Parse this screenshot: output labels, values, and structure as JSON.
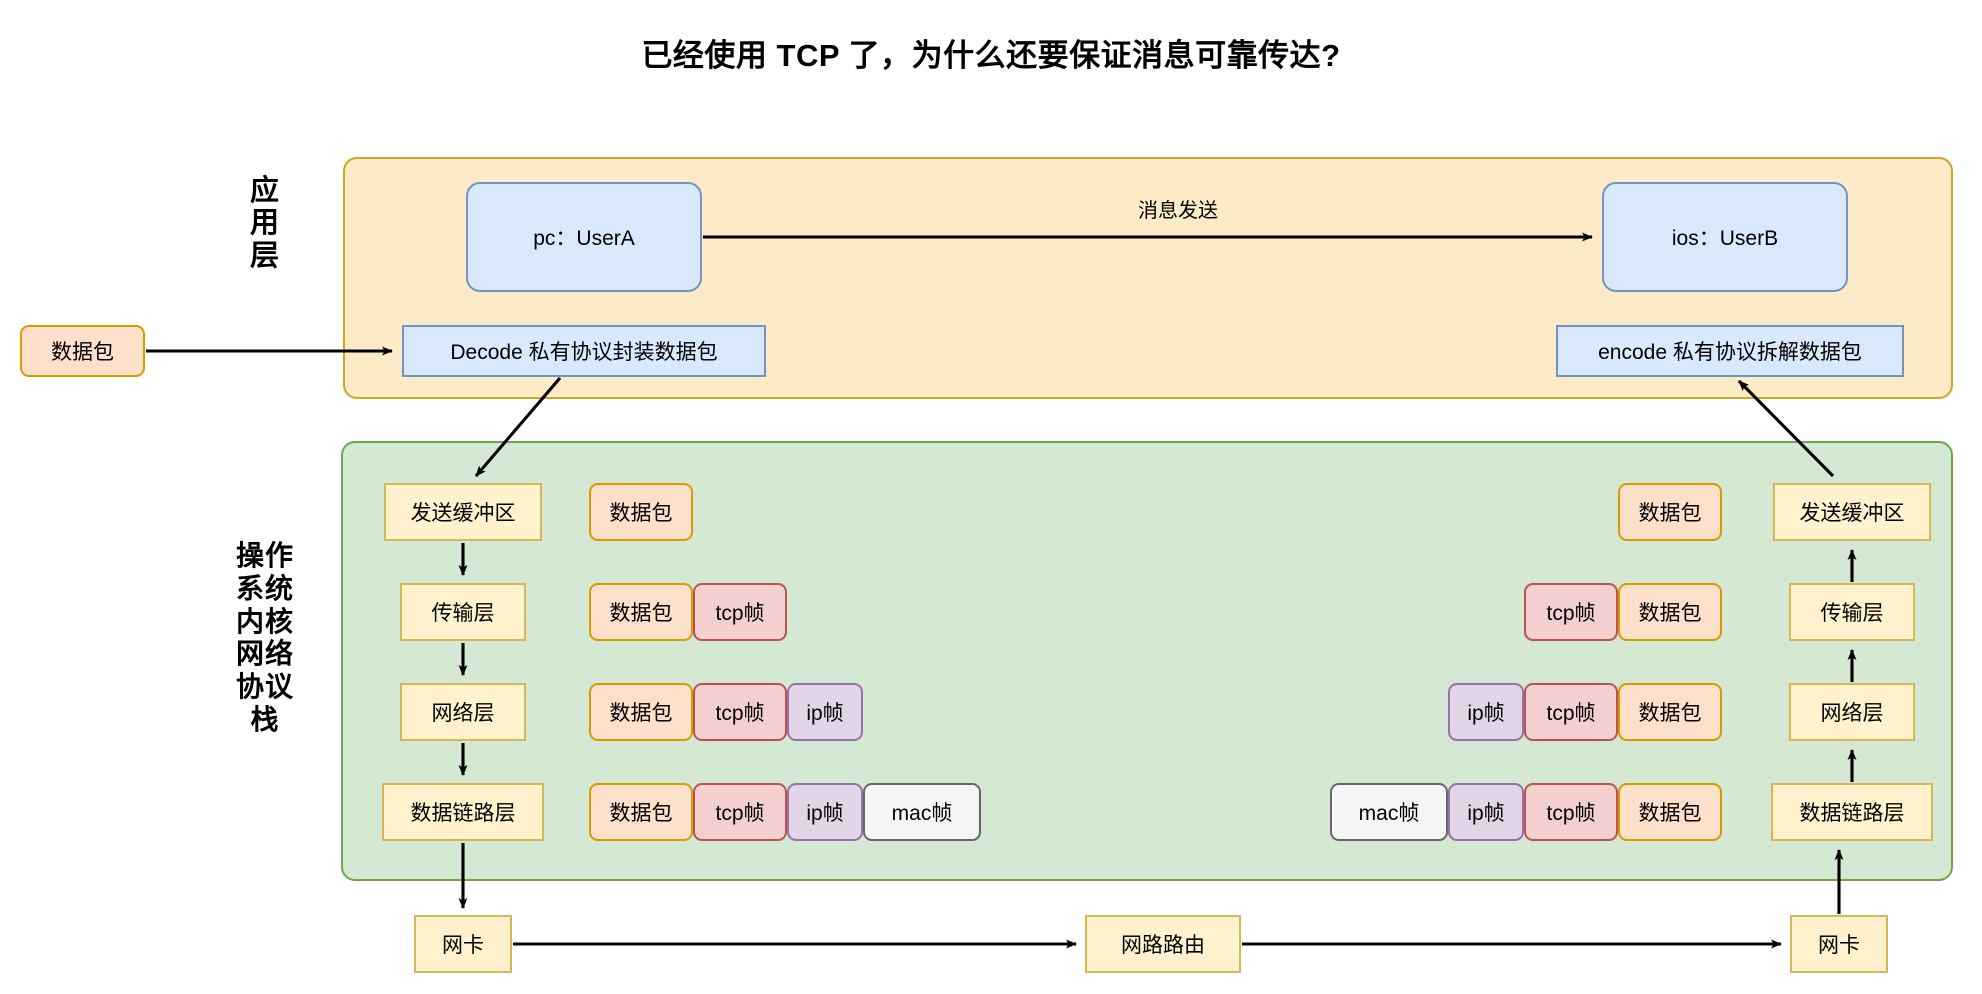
{
  "title": "已经使用 TCP 了，为什么还要保证消息可靠传达?",
  "side_labels": {
    "application": [
      "应",
      "用",
      "层"
    ],
    "os_stack": [
      "操作",
      "系统",
      "内核",
      "网络",
      "协议",
      "栈"
    ]
  },
  "application_layer": {
    "sender_host": "pc：UserA",
    "receiver_host": "ios：UserB",
    "message_arrow_label": "消息发送",
    "sender_codec": "Decode 私有协议封装数据包",
    "receiver_codec": "encode 私有协议拆解数据包",
    "external_packet": "数据包"
  },
  "os_layer": {
    "sender_stack": [
      "发送缓冲区",
      "传输层",
      "网络层",
      "数据链路层"
    ],
    "receiver_stack": [
      "发送缓冲区",
      "传输层",
      "网络层",
      "数据链路层"
    ],
    "sender_frames": [
      {
        "parts": [
          {
            "label": "数据包",
            "kind": "packet"
          }
        ]
      },
      {
        "parts": [
          {
            "label": "数据包",
            "kind": "packet"
          },
          {
            "label": "tcp帧",
            "kind": "tcp"
          }
        ]
      },
      {
        "parts": [
          {
            "label": "数据包",
            "kind": "packet"
          },
          {
            "label": "tcp帧",
            "kind": "tcp"
          },
          {
            "label": "ip帧",
            "kind": "ip"
          }
        ]
      },
      {
        "parts": [
          {
            "label": "数据包",
            "kind": "packet"
          },
          {
            "label": "tcp帧",
            "kind": "tcp"
          },
          {
            "label": "ip帧",
            "kind": "ip"
          },
          {
            "label": "mac帧",
            "kind": "mac"
          }
        ]
      }
    ],
    "receiver_frames": [
      {
        "parts": [
          {
            "label": "数据包",
            "kind": "packet"
          }
        ]
      },
      {
        "parts": [
          {
            "label": "tcp帧",
            "kind": "tcp"
          },
          {
            "label": "数据包",
            "kind": "packet"
          }
        ]
      },
      {
        "parts": [
          {
            "label": "ip帧",
            "kind": "ip"
          },
          {
            "label": "tcp帧",
            "kind": "tcp"
          },
          {
            "label": "数据包",
            "kind": "packet"
          }
        ]
      },
      {
        "parts": [
          {
            "label": "mac帧",
            "kind": "mac"
          },
          {
            "label": "ip帧",
            "kind": "ip"
          },
          {
            "label": "tcp帧",
            "kind": "tcp"
          },
          {
            "label": "数据包",
            "kind": "packet"
          }
        ]
      }
    ]
  },
  "physical_layer": {
    "sender_nic": "网卡",
    "router": "网路路由",
    "receiver_nic": "网卡"
  },
  "colors": {
    "app_fill": "#fdebc8",
    "app_stroke": "#d6a424",
    "os_fill": "#d5e8d4",
    "os_stroke": "#6aa84f",
    "host_fill": "#dae8fc",
    "host_stroke": "#7294c4",
    "layer_fill": "#fff2cc",
    "layer_stroke": "#d6b656",
    "packet_fill": "#fce0ca",
    "packet_stroke": "#d79b00",
    "tcp_fill": "#f3cfcf",
    "tcp_stroke": "#b85450",
    "ip_fill": "#e1d5e7",
    "ip_stroke": "#9673a6",
    "mac_fill": "#f5f5f5",
    "mac_stroke": "#666666",
    "arrow": "#000000"
  }
}
